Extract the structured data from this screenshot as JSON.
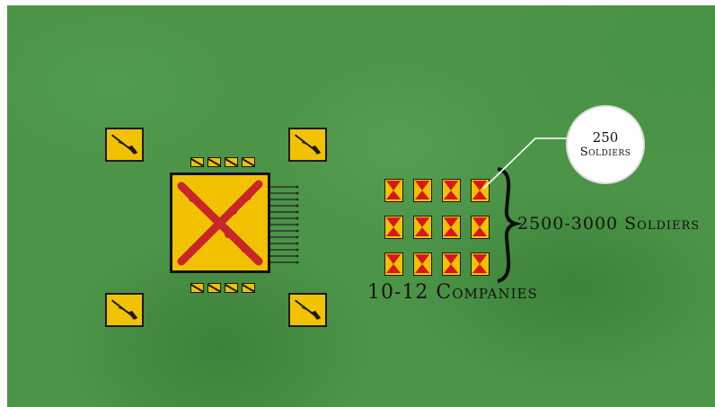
{
  "callout": {
    "count": "250",
    "unit": "Soldiers"
  },
  "labels": {
    "total_soldiers": "2500-3000 Soldiers",
    "companies": "10-12 Companies"
  },
  "colors": {
    "field_green": "#4c9448",
    "unit_yellow": "#f2c200",
    "cross_red": "#c7262a",
    "outline": "#1a1a1a"
  },
  "icons": {
    "musketeer_box": "rifle-icon",
    "pike_block": "burgundy-cross-icon",
    "company": "hourglass-icon"
  }
}
